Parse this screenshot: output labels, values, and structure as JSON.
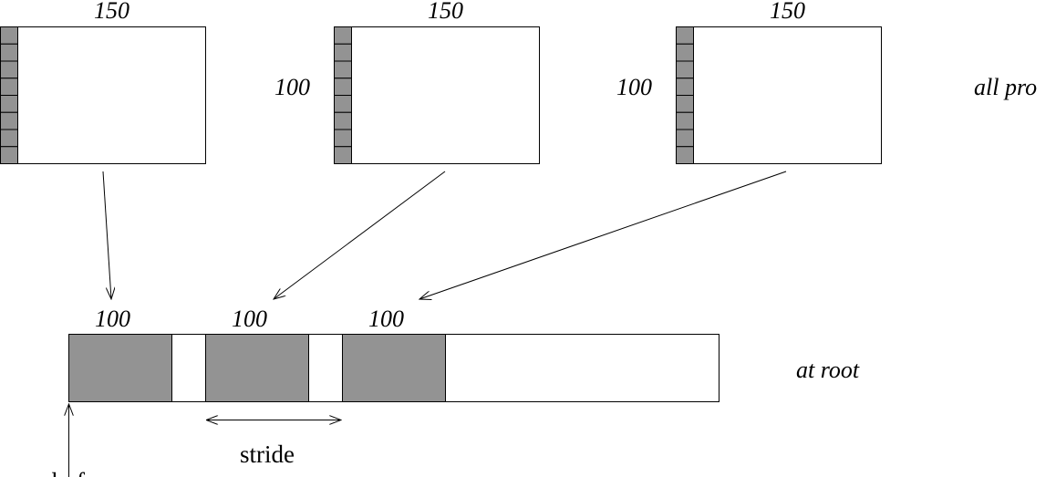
{
  "colors": {
    "fill": "#939393",
    "line": "#000000"
  },
  "send_buffers": [
    {
      "width_label": "150",
      "height_label": "",
      "cells": 8
    },
    {
      "width_label": "150",
      "height_label": "100",
      "cells": 8
    },
    {
      "width_label": "150",
      "height_label": "100",
      "cells": 8
    }
  ],
  "all_procs_label": "all pro",
  "root": {
    "segment_labels": [
      "100",
      "100",
      "100"
    ],
    "label": "at root",
    "stride_label": "stride",
    "rbuf_label": "rbuf"
  }
}
